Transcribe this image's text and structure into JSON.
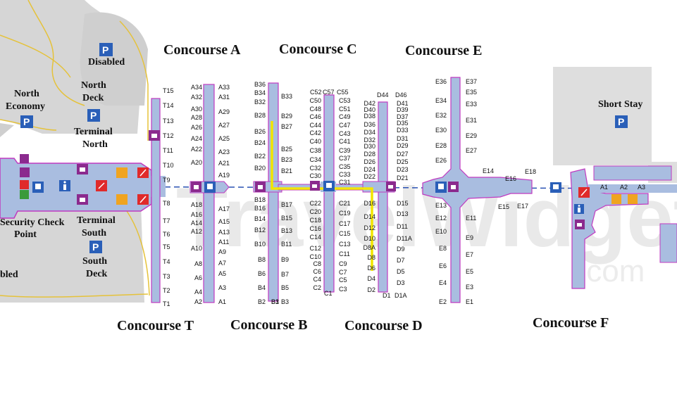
{
  "watermark": {
    "text": "TravelWidget",
    "suffix": ".com"
  },
  "concourses": {
    "A": "Concourse A",
    "C": "Concourse C",
    "E": "Concourse E",
    "T": "Concourse T",
    "B": "Concourse B",
    "D": "Concourse D",
    "F": "Concourse F"
  },
  "areas": {
    "disabled_north": "Disabled",
    "north_economy": [
      "North",
      "Economy"
    ],
    "north_deck": [
      "North",
      "Deck"
    ],
    "terminal_north": [
      "Terminal",
      "North"
    ],
    "terminal_south": [
      "Terminal",
      "South"
    ],
    "south_deck": [
      "South",
      "Deck"
    ],
    "security": [
      "Security Check",
      "Point"
    ],
    "disabled_south": "bled",
    "short_stay": "Short Stay"
  },
  "gates": {
    "T": [
      "T15",
      "T14",
      "T13",
      "T12",
      "T11",
      "T10",
      "T9",
      "T8",
      "T7",
      "T6",
      "T5",
      "T4",
      "T3",
      "T2",
      "T1"
    ],
    "A_left": [
      "A34",
      "A32",
      "A30",
      "A28",
      "A26",
      "A24",
      "A22",
      "A20",
      "A18",
      "A16",
      "A14",
      "A12",
      "A10",
      "A8",
      "A6",
      "A4",
      "A2"
    ],
    "A_right": [
      "A33",
      "A31",
      "A29",
      "A27",
      "A25",
      "A23",
      "A21",
      "A19",
      "A17",
      "A15",
      "A13",
      "A11",
      "A9",
      "A7",
      "A5",
      "A3",
      "A1"
    ],
    "B_left": [
      "B36",
      "B34",
      "B32",
      "B28",
      "B26",
      "B24",
      "B22",
      "B20",
      "B18",
      "B16",
      "B14",
      "B12",
      "B10",
      "B8",
      "B6",
      "B4",
      "B2"
    ],
    "B_right": [
      "B33",
      "B29",
      "B27",
      "B25",
      "B23",
      "B21",
      "B17",
      "B15",
      "B13",
      "B11",
      "B9",
      "B7",
      "B5"
    ],
    "B_bottom": [
      "B1",
      "B3"
    ],
    "C_top": [
      "C52",
      "C57",
      "C55"
    ],
    "C_left": [
      "C50",
      "C48",
      "C46",
      "C44",
      "C42",
      "C40",
      "C38",
      "C34",
      "C32",
      "C30",
      "C22",
      "C20",
      "C18",
      "C16",
      "C14",
      "C12",
      "C10",
      "C8",
      "C6",
      "C4",
      "C2"
    ],
    "C_right": [
      "C53",
      "C51",
      "C49",
      "C47",
      "C43",
      "C41",
      "C39",
      "C37",
      "C35",
      "C33",
      "C31",
      "C21",
      "C19",
      "C17",
      "C15",
      "C13",
      "C11",
      "C9",
      "C7",
      "C5",
      "C3"
    ],
    "C_bottom": "C1",
    "D_top": [
      "D44",
      "D46"
    ],
    "D_left": [
      "D42",
      "D40",
      "D38",
      "D36",
      "D34",
      "D32",
      "D30",
      "D28",
      "D26",
      "D24",
      "D22",
      "D16",
      "D14",
      "D12",
      "D10",
      "D8A",
      "D8",
      "D6",
      "D4",
      "D2"
    ],
    "D_right": [
      "D41",
      "D39",
      "D37",
      "D35",
      "D33",
      "D31",
      "D29",
      "D27",
      "D25",
      "D23",
      "D21",
      "D15",
      "D13",
      "D11",
      "D11A",
      "D9",
      "D7",
      "D5",
      "D3"
    ],
    "D_bottom": [
      "D1",
      "D1A"
    ],
    "E_left": [
      "E36",
      "E34",
      "E32",
      "E30",
      "E28",
      "E26",
      "E13",
      "E12",
      "E10",
      "E8",
      "E6",
      "E4",
      "E2"
    ],
    "E_right": [
      "E37",
      "E35",
      "E33",
      "E31",
      "E29",
      "E27",
      "E11",
      "E9",
      "E7",
      "E5",
      "E3",
      "E1"
    ],
    "E_branch": [
      "E14",
      "E16",
      "E18",
      "E15",
      "E17"
    ],
    "F": [
      "A1",
      "A2",
      "A3"
    ]
  },
  "icons": [
    "parking-icon",
    "train-icon",
    "info-icon",
    "shopping-icon",
    "dining-icon",
    "restroom-icon",
    "lounge-icon"
  ],
  "colors": {
    "terminal": "#a9bde0",
    "outline": "#c03ac0",
    "route": "#f2e500",
    "rail": "#2a52b3",
    "ground": "#cfcfcf",
    "road": "#e8c53a",
    "parking": "#2a5fb8"
  }
}
